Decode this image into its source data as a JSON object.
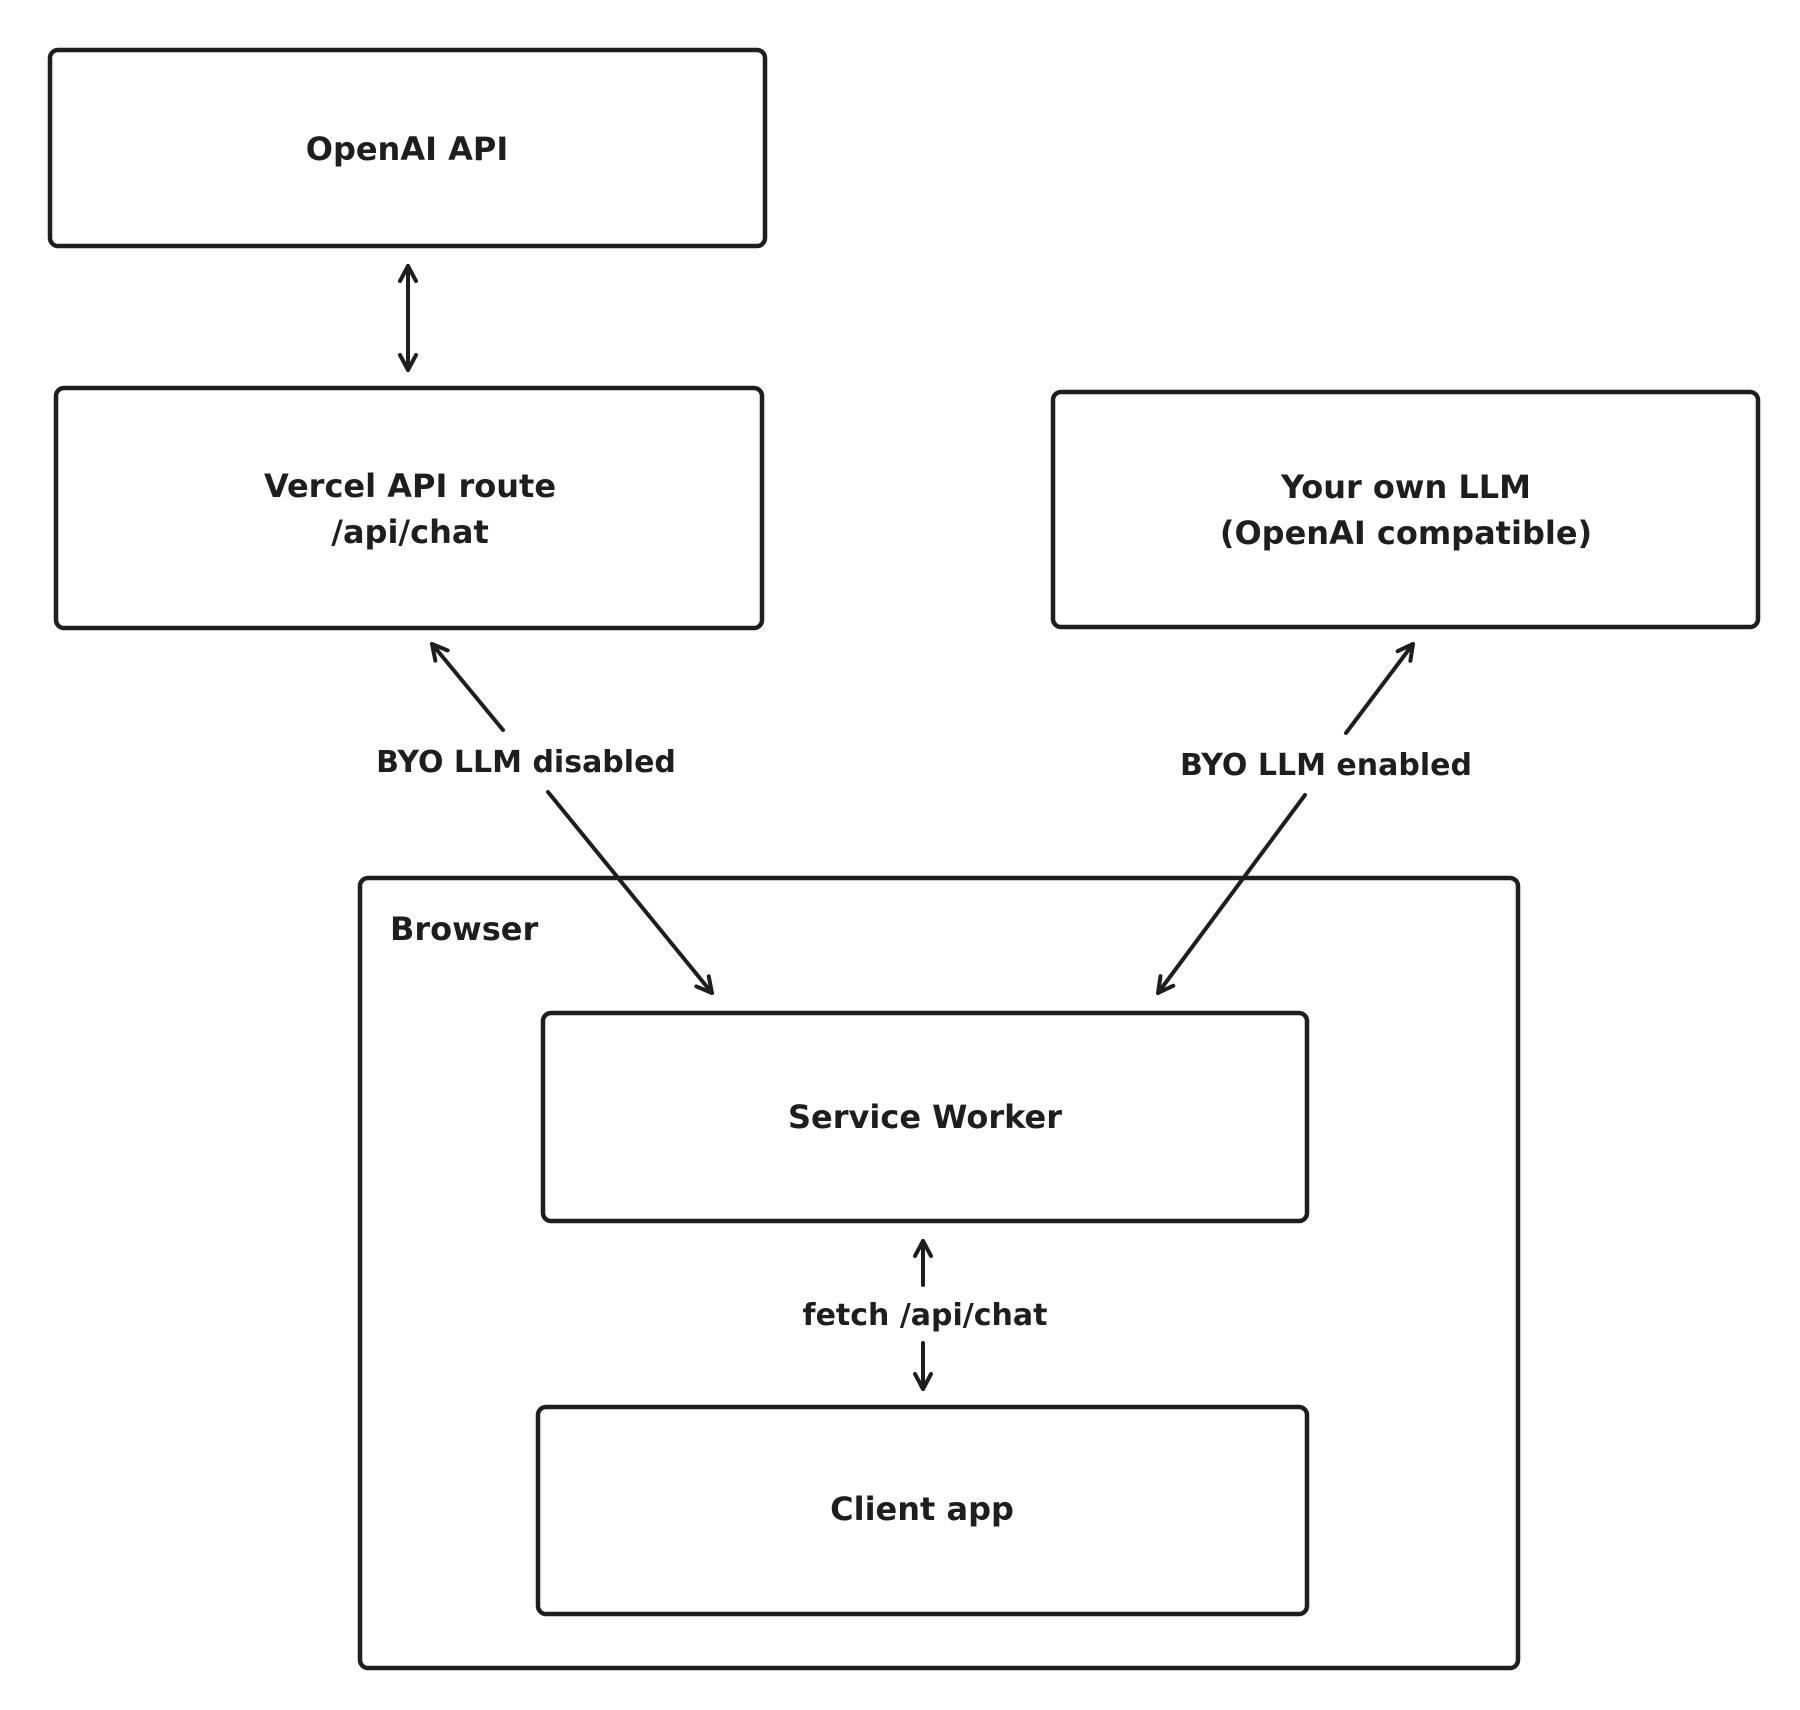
{
  "nodes": {
    "openai_api": {
      "label": "OpenAI API"
    },
    "vercel_route": {
      "line1": "Vercel API route",
      "line2": "/api/chat"
    },
    "own_llm": {
      "line1": "Your own LLM",
      "line2": "(OpenAI compatible)"
    },
    "browser": {
      "label": "Browser"
    },
    "service_worker": {
      "label": "Service Worker"
    },
    "client_app": {
      "label": "Client app"
    }
  },
  "edges": {
    "byo_disabled": {
      "label": "BYO LLM disabled"
    },
    "byo_enabled": {
      "label": "BYO LLM enabled"
    },
    "fetch": {
      "label": "fetch /api/chat"
    }
  }
}
